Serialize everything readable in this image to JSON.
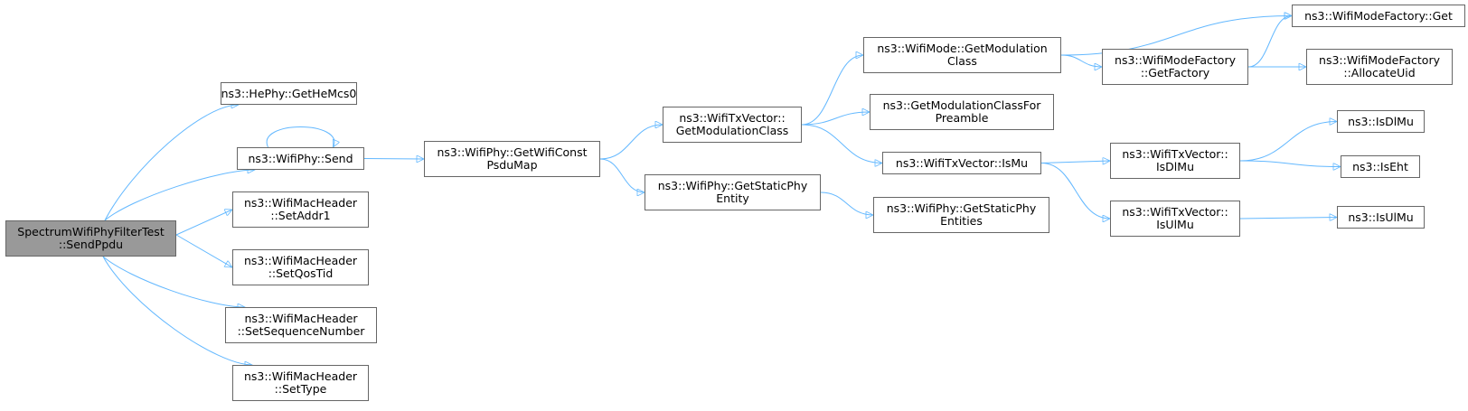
{
  "diagram": {
    "type": "call-graph",
    "colors": {
      "edge": "#63b8ff",
      "node_border": "#666666",
      "node_fill": "#ffffff",
      "root_fill": "#999999"
    },
    "nodes": {
      "root": {
        "lines": [
          "SpectrumWifiPhyFilterTest",
          "::SendPpdu"
        ]
      },
      "hephy_getHeMcs0": {
        "lines": [
          "ns3::HePhy::GetHeMcs0"
        ]
      },
      "wifiphy_send": {
        "lines": [
          "ns3::WifiPhy::Send"
        ]
      },
      "macheader_setaddr1": {
        "lines": [
          "ns3::WifiMacHeader",
          "::SetAddr1"
        ]
      },
      "macheader_setqostid": {
        "lines": [
          "ns3::WifiMacHeader",
          "::SetQosTid"
        ]
      },
      "macheader_setsequencenumber": {
        "lines": [
          "ns3::WifiMacHeader",
          "::SetSequenceNumber"
        ]
      },
      "macheader_settype": {
        "lines": [
          "ns3::WifiMacHeader",
          "::SetType"
        ]
      },
      "wifiphy_getwificonstpsdumap": {
        "lines": [
          "ns3::WifiPhy::GetWifiConst",
          "PsduMap"
        ]
      },
      "txvector_getmodulationclass": {
        "lines": [
          "ns3::WifiTxVector::",
          "GetModulationClass"
        ]
      },
      "wifiphy_getstaticphyentity": {
        "lines": [
          "ns3::WifiPhy::GetStaticPhy",
          "Entity"
        ]
      },
      "wifimode_getmodulationclass": {
        "lines": [
          "ns3::WifiMode::GetModulation",
          "Class"
        ]
      },
      "getmodulationclassforpreamble": {
        "lines": [
          "ns3::GetModulationClassFor",
          "Preamble"
        ]
      },
      "txvector_ismu": {
        "lines": [
          "ns3::WifiTxVector::IsMu"
        ]
      },
      "wifiphy_getstaticphyentities": {
        "lines": [
          "ns3::WifiPhy::GetStaticPhy",
          "Entities"
        ]
      },
      "modefactory_getfactory": {
        "lines": [
          "ns3::WifiModeFactory",
          "::GetFactory"
        ]
      },
      "txvector_isdlmu": {
        "lines": [
          "ns3::WifiTxVector::",
          "IsDlMu"
        ]
      },
      "txvector_isulmu": {
        "lines": [
          "ns3::WifiTxVector::",
          "IsUlMu"
        ]
      },
      "modefactory_get": {
        "lines": [
          "ns3::WifiModeFactory::Get"
        ]
      },
      "modefactory_allocateuid": {
        "lines": [
          "ns3::WifiModeFactory",
          "::AllocateUid"
        ]
      },
      "isdlmu": {
        "lines": [
          "ns3::IsDlMu"
        ]
      },
      "iseht": {
        "lines": [
          "ns3::IsEht"
        ]
      },
      "isulmu": {
        "lines": [
          "ns3::IsUlMu"
        ]
      }
    },
    "edges": [
      [
        "root",
        "hephy_getHeMcs0"
      ],
      [
        "root",
        "wifiphy_send"
      ],
      [
        "root",
        "macheader_setaddr1"
      ],
      [
        "root",
        "macheader_setqostid"
      ],
      [
        "root",
        "macheader_setsequencenumber"
      ],
      [
        "root",
        "macheader_settype"
      ],
      [
        "wifiphy_send",
        "wifiphy_send"
      ],
      [
        "wifiphy_send",
        "wifiphy_getwificonstpsdumap"
      ],
      [
        "wifiphy_getwificonstpsdumap",
        "txvector_getmodulationclass"
      ],
      [
        "wifiphy_getwificonstpsdumap",
        "wifiphy_getstaticphyentity"
      ],
      [
        "txvector_getmodulationclass",
        "wifimode_getmodulationclass"
      ],
      [
        "txvector_getmodulationclass",
        "getmodulationclassforpreamble"
      ],
      [
        "txvector_getmodulationclass",
        "txvector_ismu"
      ],
      [
        "wifiphy_getstaticphyentity",
        "wifiphy_getstaticphyentities"
      ],
      [
        "wifimode_getmodulationclass",
        "modefactory_get"
      ],
      [
        "wifimode_getmodulationclass",
        "modefactory_getfactory"
      ],
      [
        "modefactory_getfactory",
        "modefactory_get"
      ],
      [
        "modefactory_getfactory",
        "modefactory_allocateuid"
      ],
      [
        "txvector_ismu",
        "txvector_isdlmu"
      ],
      [
        "txvector_ismu",
        "txvector_isulmu"
      ],
      [
        "txvector_isdlmu",
        "isdlmu"
      ],
      [
        "txvector_isdlmu",
        "iseht"
      ],
      [
        "txvector_isulmu",
        "isulmu"
      ]
    ]
  }
}
